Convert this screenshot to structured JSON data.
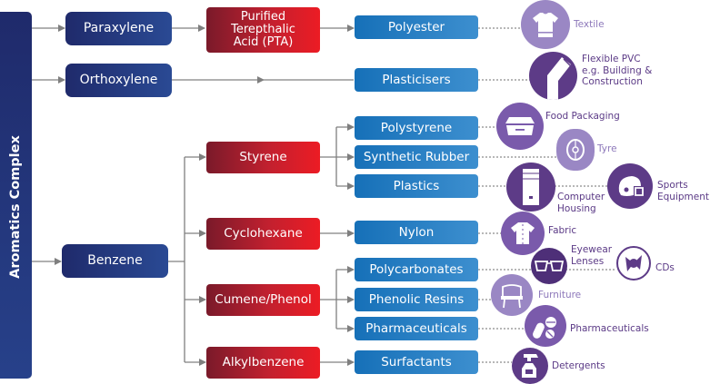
{
  "title": "Aromatics Complex",
  "colors": {
    "navy": "#1f2a6b",
    "red": "#ec1c24",
    "blue": "#1670b8",
    "purple_dark": "#5b3a86",
    "purple_light": "#9b87c6",
    "connector": "#7f7f7f"
  },
  "feedstocks": [
    {
      "id": "paraxylene",
      "label": "Paraxylene"
    },
    {
      "id": "orthoxylene",
      "label": "Orthoxylene"
    },
    {
      "id": "benzene",
      "label": "Benzene"
    }
  ],
  "intermediates": [
    {
      "id": "pta",
      "label": "Purified Terepthalic Acid (PTA)",
      "from": "paraxylene"
    },
    {
      "id": "styrene",
      "label": "Styrene",
      "from": "benzene"
    },
    {
      "id": "cyclohexane",
      "label": "Cyclohexane",
      "from": "benzene"
    },
    {
      "id": "cumene",
      "label": "Cumene/Phenol",
      "from": "benzene"
    },
    {
      "id": "alkylbenzene",
      "label": "Alkylbenzene",
      "from": "benzene"
    }
  ],
  "products": [
    {
      "id": "polyester",
      "label": "Polyester",
      "from": "pta"
    },
    {
      "id": "plasticisers",
      "label": "Plasticisers",
      "from": "orthoxylene"
    },
    {
      "id": "polystyrene",
      "label": "Polystyrene",
      "from": "styrene"
    },
    {
      "id": "synthetic_rubber",
      "label": "Synthetic Rubber",
      "from": "styrene"
    },
    {
      "id": "plastics",
      "label": "Plastics",
      "from": "styrene"
    },
    {
      "id": "nylon",
      "label": "Nylon",
      "from": "cyclohexane"
    },
    {
      "id": "polycarbonates",
      "label": "Polycarbonates",
      "from": "cumene"
    },
    {
      "id": "phenolic_resins",
      "label": "Phenolic Resins",
      "from": "cumene"
    },
    {
      "id": "pharmaceuticals",
      "label": "Pharmaceuticals",
      "from": "cumene"
    },
    {
      "id": "surfactants",
      "label": "Surfactants",
      "from": "alkylbenzene"
    }
  ],
  "end_uses": [
    {
      "id": "textile",
      "label": "Textile",
      "icon": "t-shirt-icon",
      "from": "polyester"
    },
    {
      "id": "flexible_pvc",
      "label": "Flexible PVC e.g. Building & Construction",
      "lines": [
        "Flexible PVC",
        "e.g. Building &",
        "Construction"
      ],
      "icon": "pipe-icon",
      "from": "plasticisers"
    },
    {
      "id": "food_packaging",
      "label": "Food Packaging",
      "icon": "food-container-icon",
      "from": "polystyrene"
    },
    {
      "id": "tyre",
      "label": "Tyre",
      "icon": "tyre-icon",
      "from": "synthetic_rubber"
    },
    {
      "id": "computer_housing",
      "label": "Computer Housing",
      "lines": [
        "Computer",
        "Housing"
      ],
      "icon": "computer-tower-icon",
      "from": "plastics"
    },
    {
      "id": "sports_equipment",
      "label": "Sports Equipment",
      "lines": [
        "Sports",
        "Equipment"
      ],
      "icon": "helmet-icon",
      "from": "plastics"
    },
    {
      "id": "fabric",
      "label": "Fabric",
      "icon": "shirt-icon",
      "from": "nylon"
    },
    {
      "id": "eyewear_lenses",
      "label": "Eyewear Lenses",
      "lines": [
        "Eyewear",
        "Lenses"
      ],
      "icon": "sunglasses-icon",
      "from": "polycarbonates"
    },
    {
      "id": "cds",
      "label": "CDs",
      "icon": "cd-icon",
      "from": "polycarbonates"
    },
    {
      "id": "furniture",
      "label": "Furniture",
      "icon": "chair-icon",
      "from": "phenolic_resins"
    },
    {
      "id": "pharma_end",
      "label": "Pharmaceuticals",
      "icon": "pills-icon",
      "from": "pharmaceuticals"
    },
    {
      "id": "detergents",
      "label": "Detergents",
      "icon": "spray-bottle-icon",
      "from": "surfactants"
    }
  ]
}
